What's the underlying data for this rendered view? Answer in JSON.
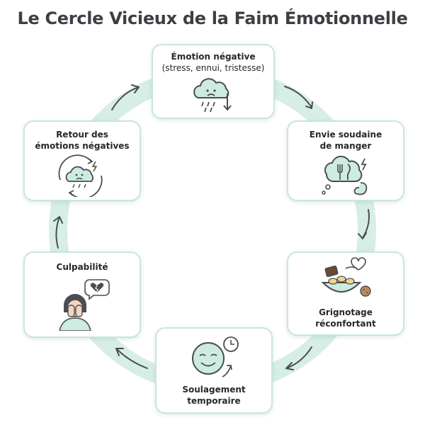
{
  "title": "Le Cercle Vicieux de la Faim Émotionnelle",
  "colors": {
    "ring": "#cfeade",
    "card_border": "#c8e6dc",
    "icon_stroke": "#4a4d52",
    "icon_mint": "#cdebe0",
    "arrow": "#4a4d52"
  },
  "steps": [
    {
      "title": "Émotion négative",
      "subtitle": "(stress, ennui, tristesse)",
      "icon": "rain-cloud-sad-icon"
    },
    {
      "title_line1": "Envie soudaine",
      "title_line2": "de manger",
      "icon": "thought-bubble-fork-knife-icon"
    },
    {
      "title_line1": "Grignotage",
      "title_line2": "réconfortant",
      "icon": "snacks-bowl-icon"
    },
    {
      "title_line1": "Soulagement",
      "title_line2": "temporaire",
      "icon": "relieved-face-clock-icon"
    },
    {
      "title": "Culpabilité",
      "icon": "crying-person-broken-heart-icon"
    },
    {
      "title_line1": "Retour des",
      "title_line2": "émotions négatives",
      "icon": "storm-cloud-cycle-icon"
    }
  ]
}
